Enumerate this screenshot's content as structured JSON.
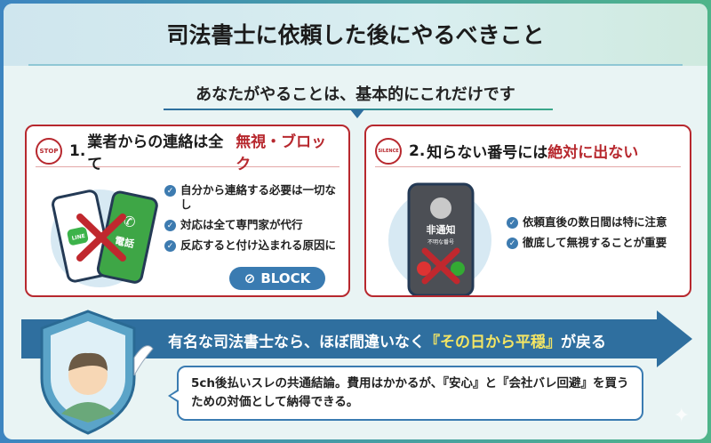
{
  "title": "司法書士に依頼した後にやるべきこと",
  "subtitle": "あなたがやることは、基本的にこれだけです",
  "cards": [
    {
      "badge": "STOP",
      "number": "1.",
      "title_plain": "業者からの連絡は全て",
      "title_accent": "無視・ブロック",
      "phone_labels": {
        "line": "LINE",
        "call": "電話"
      },
      "items": [
        "自分から連絡する必要は一切なし",
        "対応は全て専門家が代行",
        "反応すると付け込まれる原因に"
      ],
      "button": "BLOCK"
    },
    {
      "badge": "SILENCE",
      "number": "2.",
      "title_plain": "知らない番号には",
      "title_accent": "絶対に出ない",
      "phone_labels": {
        "caller": "非通知",
        "caller_sub": "不明な番号"
      },
      "items": [
        "依頼直後の数日間は特に注意",
        "徹底して無視することが重要"
      ]
    }
  ],
  "banner": {
    "pre": "有名な司法書士なら、ほぼ間違いなく",
    "accent": "『その日から平穏』",
    "post": "が戻る"
  },
  "bubble": "5ch後払いスレの共通結論。費用はかかるが、『安心』と『会社バレ回避』を買うための対価として納得できる。",
  "colors": {
    "accent_red": "#b7282e",
    "blue": "#3a7bb1",
    "yellow": "#f5e663"
  }
}
